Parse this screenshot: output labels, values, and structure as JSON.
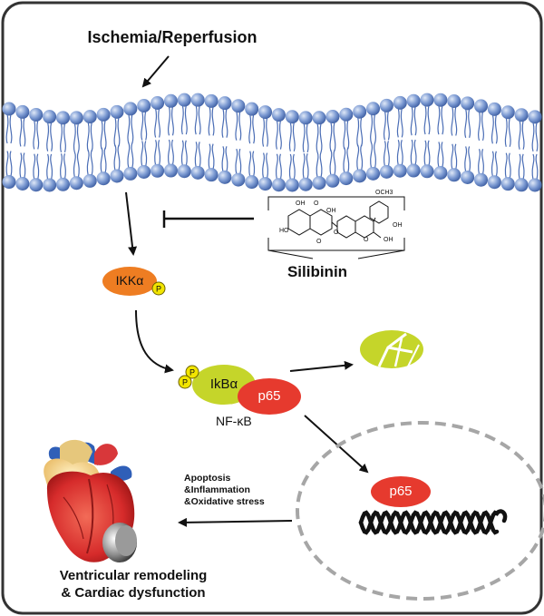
{
  "stimulus": "Ischemia/Reperfusion",
  "drug": {
    "name": "Silibinin",
    "structure_labels": [
      "OH",
      "HO",
      "O",
      "OH",
      "OCH3",
      "OH",
      "O",
      "O",
      "O",
      "OH"
    ]
  },
  "molecules": {
    "ikk": "IKKα",
    "ikb": "IkBα",
    "p65": "p65",
    "p65_nucleus": "p65",
    "phospho": "P",
    "complex": "NF-κB"
  },
  "effects": [
    "Apoptosis",
    "&Inflammation",
    "&Oxidative stress"
  ],
  "outcome": [
    "Ventricular remodeling",
    "& Cardiac dysfunction"
  ],
  "colors": {
    "membrane_head": "#5b7fc0",
    "ikk": "#ee7d22",
    "ikb": "#c5d52a",
    "p65": "#e63a2e",
    "phospho": "#f2e500",
    "degraded": "#c5d52a",
    "nucleus_border": "#a6a6a6"
  }
}
